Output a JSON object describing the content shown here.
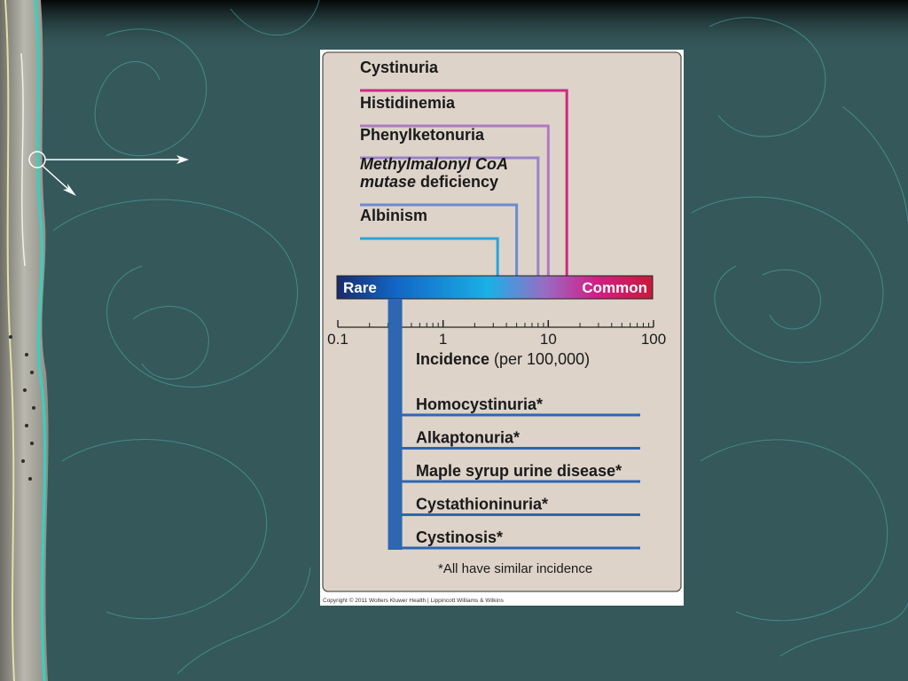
{
  "colors": {
    "slide_background": "#35585a",
    "panel_background": "#ddd3c9",
    "common_disorder_line": "#c3247b",
    "uniform_disorder_line": "#2d66b1",
    "scale_bar_gradient": [
      "#1b2a6b",
      "#1264c4",
      "#1bb0e8",
      "#9a6bc4",
      "#d11f86",
      "#c8193a"
    ]
  },
  "scale_bar": {
    "left_label": "Rare",
    "right_label": "Common"
  },
  "axis": {
    "title_bold": "Incidence",
    "title_rest": " (per 100,000)",
    "scale": "log",
    "range": [
      0.1,
      100
    ],
    "tick_labels": [
      "0.1",
      "1",
      "10",
      "100"
    ],
    "tick_values": [
      0.1,
      1,
      10,
      100
    ]
  },
  "upper_disorders": [
    {
      "label_lines": [
        "Cystinuria"
      ],
      "incidence": 15,
      "color": "#cd2a85"
    },
    {
      "label_lines": [
        "Histidinemia"
      ],
      "incidence": 10,
      "color": "#b07ac2"
    },
    {
      "label_lines": [
        "Phenylketonuria"
      ],
      "incidence": 8,
      "color": "#9b82c8"
    },
    {
      "label_lines": [
        "Methylmalonyl CoA",
        "mutase deficiency"
      ],
      "italic_words": "Methylmalonyl CoA|mutase",
      "incidence": 5,
      "color": "#6e8ad0"
    },
    {
      "label_lines": [
        "Albinism"
      ],
      "incidence": 3.3,
      "color": "#29a3de"
    }
  ],
  "lower_disorders": {
    "shared_incidence": 0.35,
    "items": [
      "Homocystinuria*",
      "Alkaptonuria*",
      "Maple syrup urine disease*",
      "Cystathioninuria*",
      "Cystinosis*"
    ]
  },
  "footnote": "*All have similar incidence",
  "copyright": "Copyright © 2011 Wolters Kluwer Health | Lippincott Williams & Wilkins",
  "decorations": {
    "left_strip": "aerial-photo-strip",
    "annotation": "arrow-pointer"
  }
}
